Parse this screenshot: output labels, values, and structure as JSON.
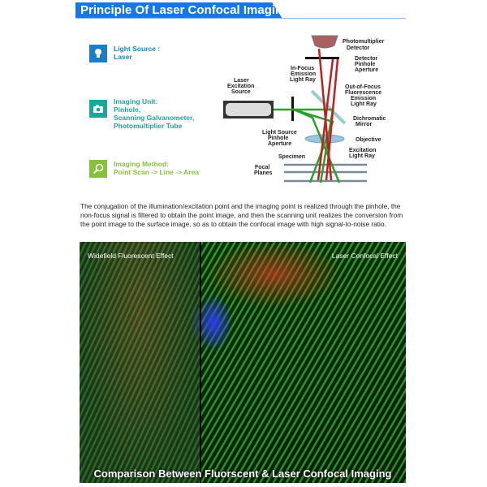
{
  "header": {
    "title": "Principle Of Laser Confocal Imaging"
  },
  "features": [
    {
      "icon": "lightbulb-icon",
      "color": "#1a7fc8",
      "lines": [
        "Light Source :",
        "Laser"
      ]
    },
    {
      "icon": "camera-icon",
      "color": "#19a79a",
      "lines": [
        "Imaging Unit:",
        "Pinhole,",
        "Scanning Galvanometer,",
        "Photomultiplier Tube"
      ]
    },
    {
      "icon": "magnifier-icon",
      "color": "#86c13b",
      "lines": [
        "Imaging Method:",
        "Point Scan -> Line -> Area"
      ]
    }
  ],
  "diagram": {
    "labels": {
      "pmt": [
        "Photomultiplier",
        "Detector"
      ],
      "det_pinhole": [
        "Detector",
        "Pinhole",
        "Aperture"
      ],
      "in_focus": [
        "In-Focus",
        "Emission",
        "Light Ray"
      ],
      "laser": [
        "Laser",
        "Excitation",
        "Source"
      ],
      "out_focus": [
        "Out-of-Focus",
        "Fluorescence",
        "Emission",
        "Light Ray"
      ],
      "dichroic": [
        "Dichromatic",
        "Mirror"
      ],
      "ls_pinhole": [
        "Light Source",
        "Pinhole",
        "Aperture"
      ],
      "objective": [
        "Objective"
      ],
      "excitation": [
        "Excitation",
        "Light Ray"
      ],
      "specimen": [
        "Specimen"
      ],
      "focal": [
        "Focal",
        "Planes"
      ]
    }
  },
  "description": "The conjugation of the illumination/excitation point and the imaging point is realized through the pinhole, the non-focus signal is filtered to obtain the point image, and then the scanning unit realizes the conversion from the point image to the surface image, so as to obtain the confocal image with high signal-to-noise ratio.",
  "comparison": {
    "left_label": "Widefield Fluorescent Effect",
    "right_label": "Laser Confocal Effect",
    "caption": "Comparison Between Fluorscent & Laser Confocal Imaging"
  }
}
